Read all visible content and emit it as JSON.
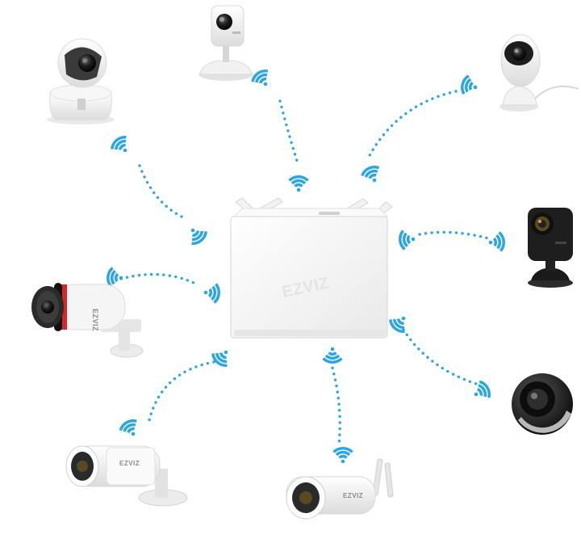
{
  "brand": {
    "logo_text": "EZVIZ"
  },
  "hub": {
    "name": "nvr-hub"
  },
  "colors": {
    "signal": "#2aa6e4",
    "background": "#ffffff",
    "device_white": "#f4f4f4",
    "device_dark": "#1e1e1e",
    "bullet_red": "#d9252a"
  },
  "devices": [
    {
      "name": "pan-tilt-camera"
    },
    {
      "name": "mini-cube-camera"
    },
    {
      "name": "mini-o-camera-white"
    },
    {
      "name": "mini-camera-black"
    },
    {
      "name": "bullet-camera-red"
    },
    {
      "name": "dome-ball-camera"
    },
    {
      "name": "bullet-camera-white"
    },
    {
      "name": "outdoor-antenna-camera"
    }
  ]
}
